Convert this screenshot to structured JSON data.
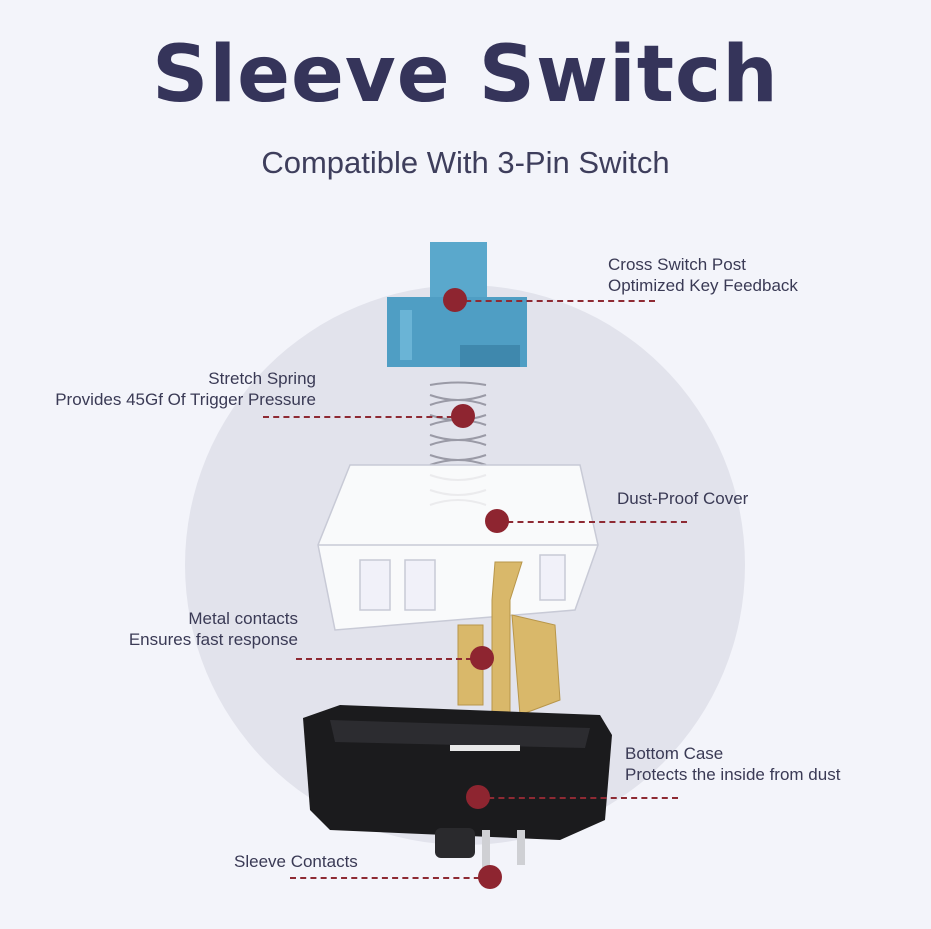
{
  "header": {
    "title": "Sleeve Switch",
    "subtitle": "Compatible With 3-Pin Switch"
  },
  "callouts": [
    {
      "title": "Cross Switch Post",
      "desc": "Optimized Key Feedback"
    },
    {
      "title": "Stretch Spring",
      "desc": "Provides 45Gf Of Trigger Pressure"
    },
    {
      "title": "Dust-Proof Cover",
      "desc": ""
    },
    {
      "title": "Metal contacts",
      "desc": "Ensures fast response"
    },
    {
      "title": "Bottom Case",
      "desc": "Protects the inside from dust"
    },
    {
      "title": "Sleeve Contacts",
      "desc": ""
    }
  ],
  "colors": {
    "accent": "#8e2530",
    "title": "#35345a",
    "stem": "#4f9ec4",
    "background": "#f3f4fa"
  }
}
